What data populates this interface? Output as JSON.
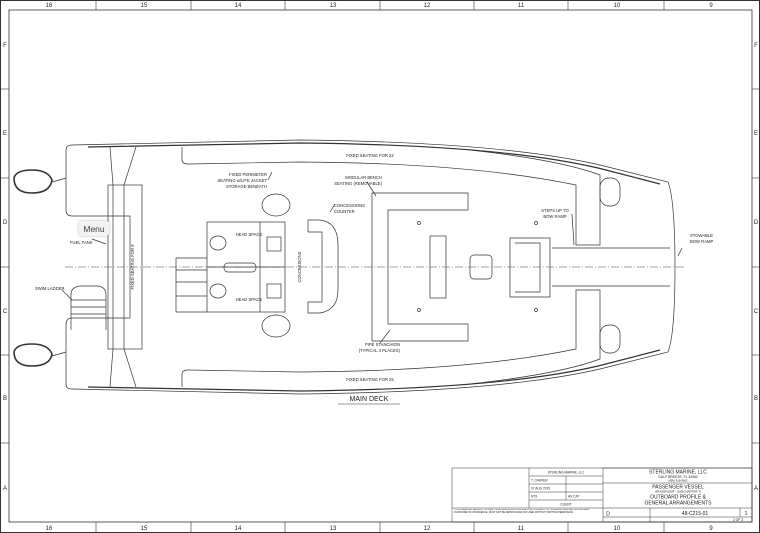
{
  "viewer": {
    "menu_label": "Menu"
  },
  "zones": {
    "columns": [
      "16",
      "15",
      "14",
      "13",
      "12",
      "11",
      "10",
      "9"
    ],
    "rows": [
      "F",
      "E",
      "D",
      "C",
      "B",
      "A"
    ]
  },
  "labels": {
    "fixed_seating_22": "FIXED SEATING FOR 22",
    "fixed_seating_25": "FIXED SEATING FOR 25",
    "fixed_seating_8": "FIXED SEATING FOR 8",
    "perimeter_1": "FIXED PERIMETER",
    "perimeter_2": "SEATING w/LIFE JACKET",
    "perimeter_3": "STORAGE BENEATH",
    "bench_1": "MODULAR BENCH",
    "bench_2": "SEATING (REMOVABLE)",
    "concessions_counter_1": "CONCESSIONS",
    "concessions_counter_2": "COUNTER",
    "concessions": "CONCESSIONS",
    "head_space_top": "HEAD SPACE",
    "head_space_bottom": "HEAD SPACE",
    "fuel_tank": "FUEL TANK",
    "swim_ladder": "SWIM LADDER",
    "pipe_1": "PIPE STANCHION",
    "pipe_2": "(TYPICAL 4 PLACES)",
    "steps_1": "STEPS UP TO",
    "steps_2": "BOW RAMP",
    "ramp_1": "STOWABLE",
    "ramp_2": "BOW RAMP",
    "view_title": "MAIN DECK"
  },
  "title_block": {
    "company_small": "STERLING MARINE, LLC",
    "drawn_by": "T. CARVER",
    "date": "07 AUG 2019",
    "scale": "NTS",
    "sheet_size": "AS CAT",
    "client": "CLIENT",
    "company": "STERLING MARINE, LLC",
    "address": "GULF BREEZE, FL 32562",
    "phone": "(850) 916-8002",
    "vessel": "PASSENGER VESSEL",
    "vessel_sub": "(PASSENGER - SUBCHAPTER T)",
    "title_1": "OUTBOARD PROFILE &",
    "title_2": "GENERAL ARRANGEMENTS",
    "size": "D",
    "dwg_no": "48-C215-01",
    "rev": "1",
    "sheet": "2 OF 3",
    "notice": "THIS DRAWING, DESIGN, CONCEPT AND SPECIFICATIONS ARE THE PROPERTY OF STERLING MARINE, LLC AND ARE FURNISHED IN CONFIDENCE. MUST NOT BE REPRODUCED OR USED WITHOUT WRITTEN PERMISSION."
  }
}
